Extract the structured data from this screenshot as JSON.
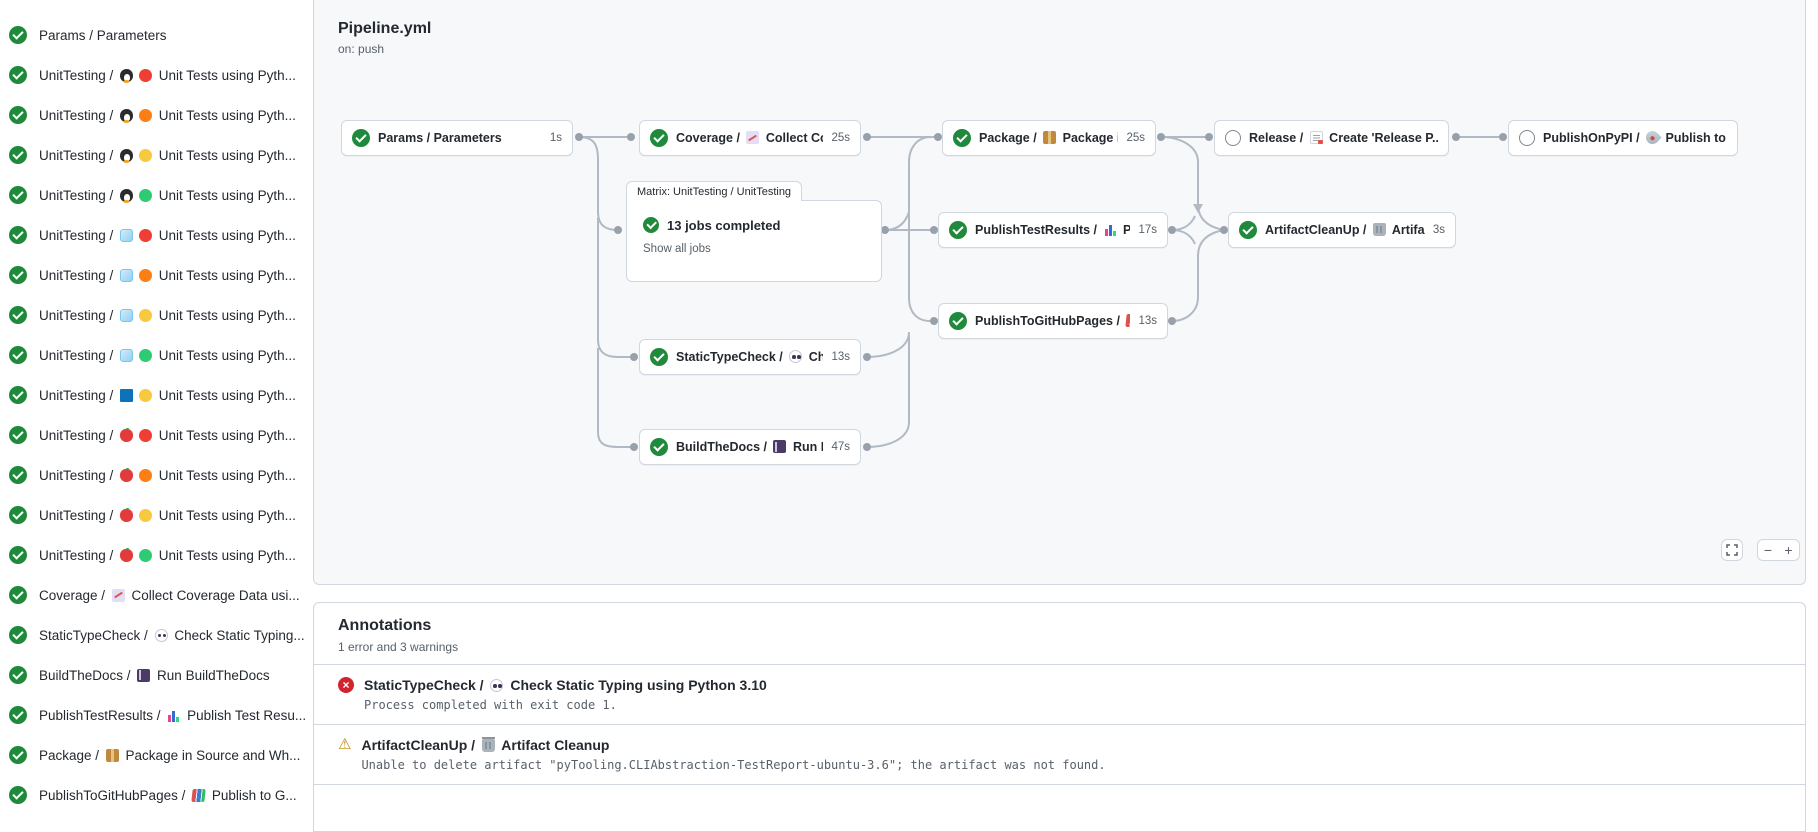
{
  "pipeline": {
    "title": "Pipeline.yml",
    "trigger": "on: push"
  },
  "sidebar": {
    "items": [
      {
        "status": "success",
        "job": "Params",
        "icons": [],
        "task": "Parameters"
      },
      {
        "status": "success",
        "job": "UnitTesting",
        "icons": [
          "linux",
          "py-red"
        ],
        "task": "Unit Tests using Pyth..."
      },
      {
        "status": "success",
        "job": "UnitTesting",
        "icons": [
          "linux",
          "py-orange"
        ],
        "task": "Unit Tests using Pyth..."
      },
      {
        "status": "success",
        "job": "UnitTesting",
        "icons": [
          "linux",
          "py-yellow"
        ],
        "task": "Unit Tests using Pyth..."
      },
      {
        "status": "success",
        "job": "UnitTesting",
        "icons": [
          "linux",
          "py-green"
        ],
        "task": "Unit Tests using Pyth..."
      },
      {
        "status": "success",
        "job": "UnitTesting",
        "icons": [
          "ice",
          "py-red"
        ],
        "task": "Unit Tests using Pyth..."
      },
      {
        "status": "success",
        "job": "UnitTesting",
        "icons": [
          "ice",
          "py-orange"
        ],
        "task": "Unit Tests using Pyth..."
      },
      {
        "status": "success",
        "job": "UnitTesting",
        "icons": [
          "ice",
          "py-yellow"
        ],
        "task": "Unit Tests using Pyth..."
      },
      {
        "status": "success",
        "job": "UnitTesting",
        "icons": [
          "ice",
          "py-green"
        ],
        "task": "Unit Tests using Pyth..."
      },
      {
        "status": "success",
        "job": "UnitTesting",
        "icons": [
          "win",
          "py-yellow"
        ],
        "task": "Unit Tests using Pyth..."
      },
      {
        "status": "success",
        "job": "UnitTesting",
        "icons": [
          "apple",
          "py-red"
        ],
        "task": "Unit Tests using Pyth..."
      },
      {
        "status": "success",
        "job": "UnitTesting",
        "icons": [
          "apple",
          "py-orange"
        ],
        "task": "Unit Tests using Pyth..."
      },
      {
        "status": "success",
        "job": "UnitTesting",
        "icons": [
          "apple",
          "py-yellow"
        ],
        "task": "Unit Tests using Pyth..."
      },
      {
        "status": "success",
        "job": "UnitTesting",
        "icons": [
          "apple",
          "py-green"
        ],
        "task": "Unit Tests using Pyth..."
      },
      {
        "status": "success",
        "job": "Coverage",
        "icons": [
          "chart"
        ],
        "task": "Collect Coverage Data usi..."
      },
      {
        "status": "success",
        "job": "StaticTypeCheck",
        "icons": [
          "eyes"
        ],
        "task": "Check Static Typing..."
      },
      {
        "status": "success",
        "job": "BuildTheDocs",
        "icons": [
          "note"
        ],
        "task": "Run BuildTheDocs"
      },
      {
        "status": "success",
        "job": "PublishTestResults",
        "icons": [
          "bars"
        ],
        "task": "Publish Test Resu..."
      },
      {
        "status": "success",
        "job": "Package",
        "icons": [
          "pkg"
        ],
        "task": "Package in Source and Wh..."
      },
      {
        "status": "success",
        "job": "PublishToGitHubPages",
        "icons": [
          "books"
        ],
        "task": "Publish to G..."
      }
    ]
  },
  "graph": {
    "nodes": [
      {
        "id": "params",
        "status": "success",
        "job": "Params",
        "icon": null,
        "task": "Parameters",
        "duration": "1s"
      },
      {
        "id": "coverage",
        "status": "success",
        "job": "Coverage",
        "icon": "chart",
        "task": "Collect Cove...",
        "duration": "25s"
      },
      {
        "id": "package",
        "status": "success",
        "job": "Package",
        "icon": "pkg",
        "task": "Package in So...",
        "duration": "25s"
      },
      {
        "id": "release",
        "status": "skipped",
        "job": "Release",
        "icon": "memo",
        "task": "Create 'Release P...",
        "duration": ""
      },
      {
        "id": "publishonpypi",
        "status": "skipped",
        "job": "PublishOnPyPI",
        "icon": "rocket",
        "task": "Publish to ...",
        "duration": ""
      },
      {
        "id": "publishtestresults",
        "status": "success",
        "job": "PublishTestResults",
        "icon": "bars",
        "task": "Pu...",
        "duration": "17s"
      },
      {
        "id": "artifactcleanup",
        "status": "success",
        "job": "ArtifactCleanUp",
        "icon": "trash",
        "task": "Artifac...",
        "duration": "3s"
      },
      {
        "id": "publishtogithubpages",
        "status": "success",
        "job": "PublishToGitHubPages",
        "icon": "books",
        "task": "...",
        "duration": "13s"
      },
      {
        "id": "statictypecheck",
        "status": "success",
        "job": "StaticTypeCheck",
        "icon": "eyes",
        "task": "Chec...",
        "duration": "13s"
      },
      {
        "id": "buildthedocs",
        "status": "success",
        "job": "BuildTheDocs",
        "icon": "note",
        "task": "Run Buil...",
        "duration": "47s"
      }
    ],
    "matrix": {
      "tab": "Matrix: UnitTesting / UnitTesting",
      "summary": "13 jobs completed",
      "link": "Show all jobs"
    },
    "controls": {
      "zoom_out": "−",
      "zoom_in": "+"
    }
  },
  "annotations": {
    "title": "Annotations",
    "subtitle": "1 error and 3 warnings",
    "items": [
      {
        "severity": "error",
        "job": "StaticTypeCheck",
        "icon": "eyes",
        "task": "Check Static Typing using Python 3.10",
        "message": "Process completed with exit code 1."
      },
      {
        "severity": "warning",
        "job": "ArtifactCleanUp",
        "icon": "trash",
        "task": "Artifact Cleanup",
        "message": "Unable to delete artifact \"pyTooling.CLIAbstraction-TestReport-ubuntu-3.6\"; the artifact was not found."
      }
    ]
  },
  "colors": {
    "success": "#1f8a3b",
    "error": "#d1242f",
    "warning": "#bf8700",
    "panel_bg": "#f6f8fa",
    "border": "#d0d7de",
    "edge": "#b1bac4"
  }
}
